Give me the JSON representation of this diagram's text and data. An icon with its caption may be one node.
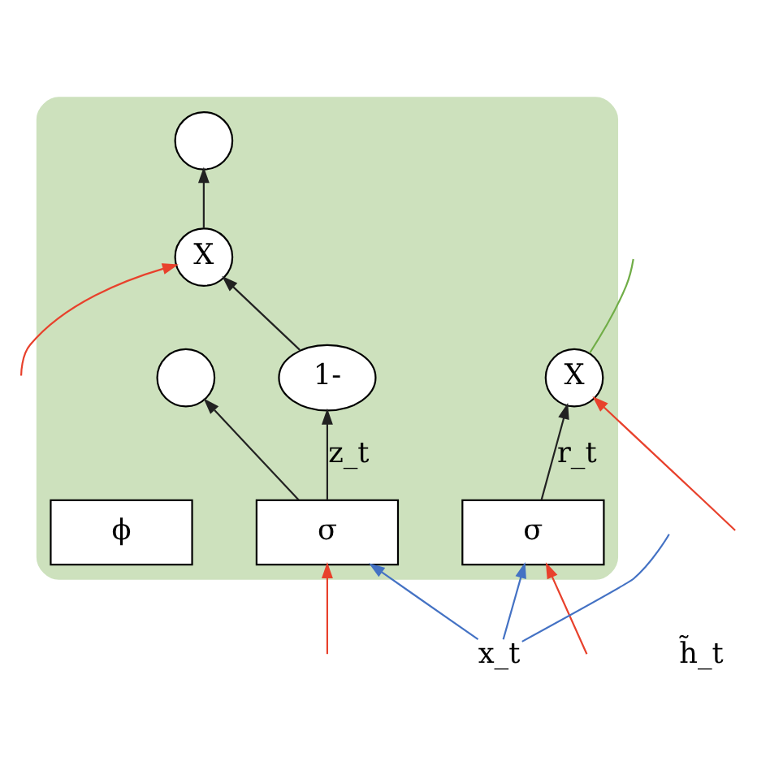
{
  "diagram": {
    "nodes": [
      {
        "text": [],
        "shape": "box"
      },
      {
        "text": [
          "X"
        ],
        "in": 0
      },
      {
        "text": [],
        "shape": "circle",
        "in": 0
      },
      {
        "text": [
          "1-"
        ],
        "in": 0
      },
      {
        "text": [
          "X"
        ],
        "in": 0
      },
      {
        "text": [],
        "shape": "circle",
        "in": 0
      },
      {
        "text": [
          "σ"
        ],
        "in": 0
      },
      {
        "text": [
          "σ"
        ],
        "in": 0
      },
      {
        "text": [
          "ϕ"
        ],
        "in": 0
      },
      {
        "text": [
          "x_t"
        ]
      }
    ],
    "edges": [
      {
        "from": null,
        "to": 1,
        "arrow": "to",
        "color": "#e8412c"
      },
      {
        "from": null,
        "to": 4,
        "arrow": "to",
        "color": "#e8412c"
      },
      {
        "from": null,
        "to": 6,
        "arrow": "to",
        "color": "#e8412c"
      },
      {
        "from": null,
        "to": 7,
        "arrow": "to",
        "color": "#e8412c"
      },
      {
        "from": 1,
        "to": 2,
        "arrow": "to"
      },
      {
        "from": 3,
        "to": 1,
        "arrow": "to"
      },
      {
        "from": 7,
        "to": 3,
        "arrow": "to",
        "label": "z_t"
      },
      {
        "from": 7,
        "to": 5,
        "arrow": "to"
      },
      {
        "from": 6,
        "to": 4,
        "arrow": "to",
        "label": "r_t"
      },
      {
        "from": 4,
        "to": null,
        "arrow": "none",
        "color": "#70ad47"
      },
      {
        "from": 9,
        "to": 6,
        "arrow": "to",
        "color": "#4472c4"
      },
      {
        "from": 9,
        "to": 7,
        "arrow": "to",
        "color": "#4472c4"
      },
      {
        "from": 9,
        "to": null,
        "arrow": "none",
        "color": "#4472c4"
      }
    ],
    "labels": [
      "h̃_t"
    ]
  }
}
